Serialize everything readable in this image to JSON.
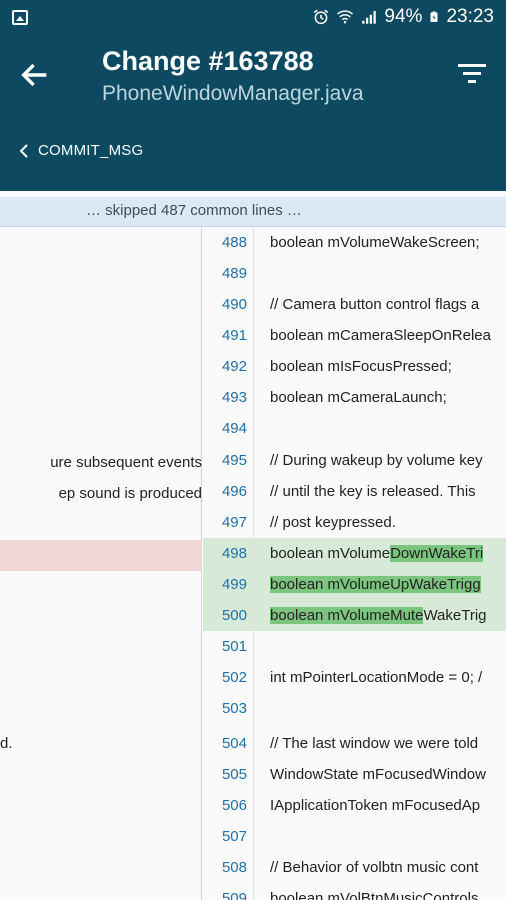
{
  "status": {
    "battery": "94%",
    "time": "23:23",
    "icons": [
      "image-notification-icon",
      "alarm-icon",
      "wifi-icon",
      "signal-icon",
      "battery-icon"
    ]
  },
  "header": {
    "title": "Change #163788",
    "subtitle": "PhoneWindowManager.java",
    "commit_link": "COMMIT_MSG"
  },
  "skipped": "… skipped 487 common lines …",
  "left_lines": [
    {
      "text": "ure subsequent events",
      "removed": false
    },
    {
      "text": "ep sound is produced",
      "removed": false
    },
    {
      "text": "",
      "removed": true
    },
    {
      "text": "d.",
      "removed": false
    }
  ],
  "right_lines": [
    {
      "num": "488",
      "text": "boolean mVolumeWakeScreen;"
    },
    {
      "num": "489",
      "text": ""
    },
    {
      "num": "490",
      "text": "// Camera button control flags a"
    },
    {
      "num": "491",
      "text": "boolean mCameraSleepOnReleа"
    },
    {
      "num": "492",
      "text": "boolean mIsFocusPressed;"
    },
    {
      "num": "493",
      "text": "boolean mCameraLaunch;"
    },
    {
      "num": "494",
      "text": ""
    },
    {
      "num": "495",
      "text": "// During wakeup by volume key"
    },
    {
      "num": "496",
      "text": "// until the key is released. This"
    },
    {
      "num": "497",
      "text": "// post keypressed."
    },
    {
      "num": "498",
      "pre": "boolean mVolume",
      "hl": "DownWakeTri",
      "post": ""
    },
    {
      "num": "499",
      "pre": "",
      "hl": "boolean mVolumeUpWakeTrigg",
      "post": ""
    },
    {
      "num": "500",
      "pre": "",
      "hl": "boolean mVolumeMute",
      "post": "WakeTrig"
    },
    {
      "num": "501",
      "text": ""
    },
    {
      "num": "502",
      "text": "int mPointerLocationMode = 0; /"
    },
    {
      "num": "503",
      "text": ""
    },
    {
      "num": "504",
      "text": "// The last window we were told"
    },
    {
      "num": "505",
      "text": "WindowState mFocusedWindow"
    },
    {
      "num": "506",
      "text": "IApplicationToken mFocusedAp"
    },
    {
      "num": "507",
      "text": ""
    },
    {
      "num": "508",
      "text": "// Behavior of volbtn music cont"
    },
    {
      "num": "509",
      "text": "boolean mVolBtnMusicControls"
    }
  ]
}
